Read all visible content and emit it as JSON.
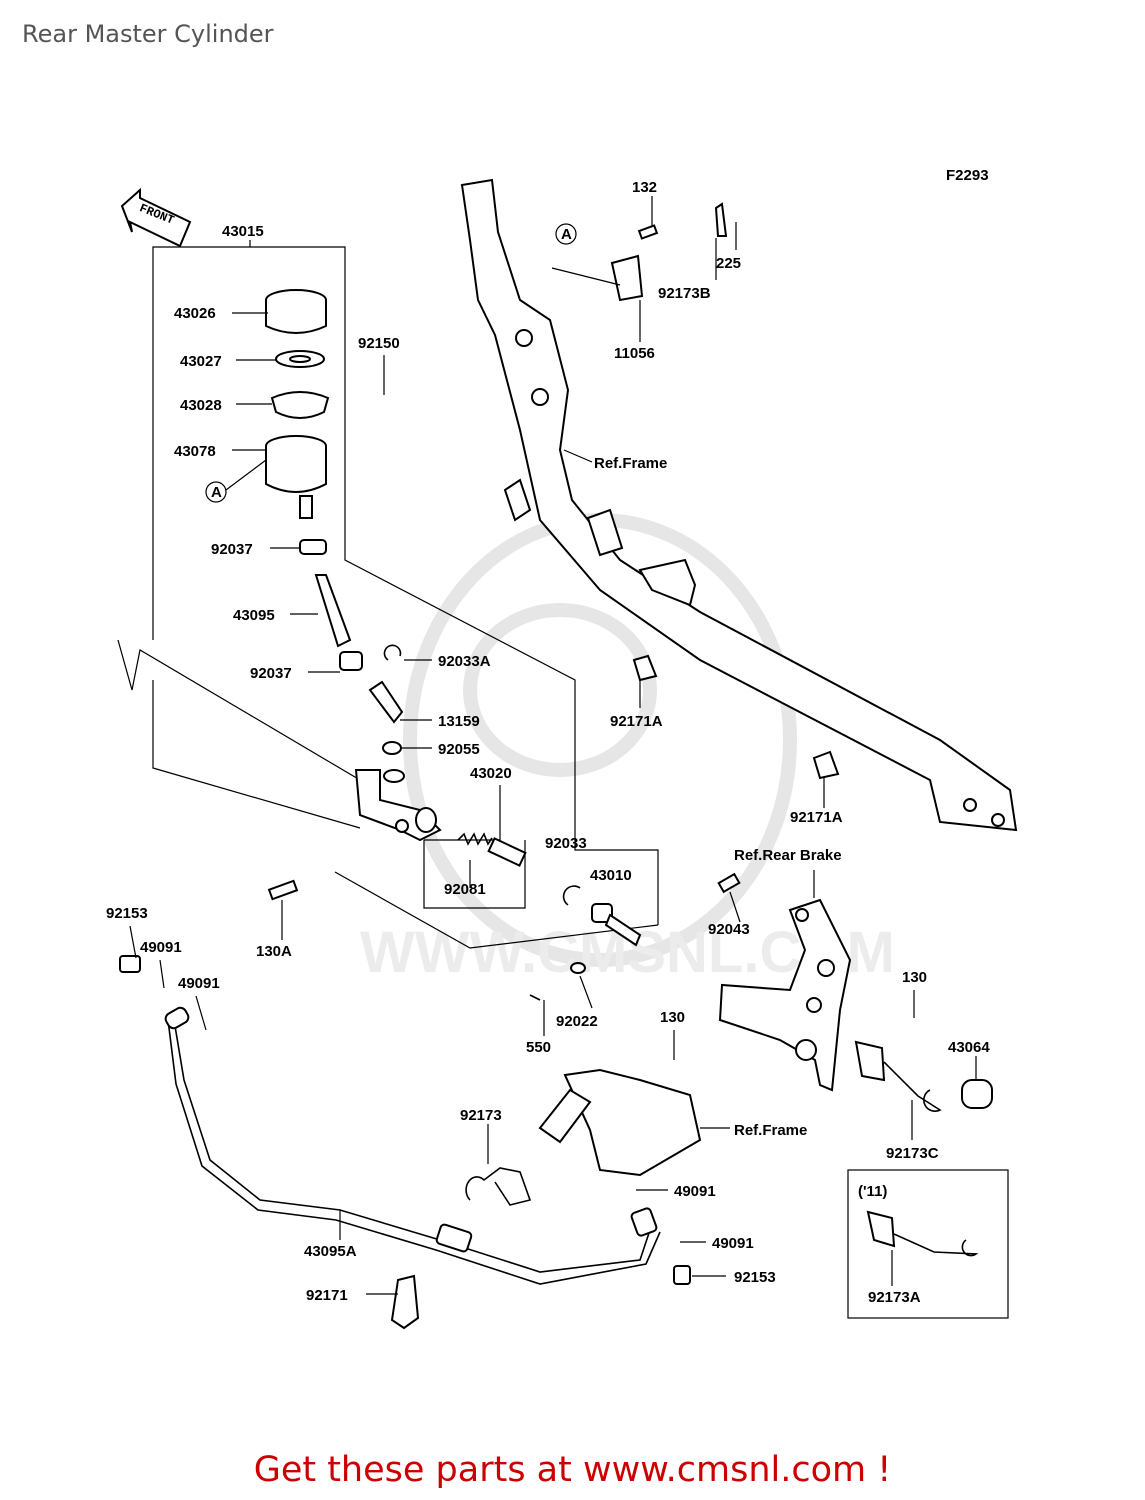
{
  "page": {
    "title": "Rear Master Cylinder"
  },
  "diagram": {
    "code": "F2293",
    "front_label": "FRONT",
    "watermark": "WWW.CMSNL.COM",
    "ref_labels": [
      "Ref.Frame",
      "Ref.Rear Brake",
      "Ref.Frame"
    ],
    "inset_label": "('11)",
    "parts": [
      "43015",
      "43026",
      "43027",
      "43028",
      "43078",
      "A",
      "92150",
      "92037",
      "43095",
      "92037",
      "92033A",
      "13159",
      "92055",
      "43020",
      "92033",
      "43010",
      "92081",
      "130A",
      "92153",
      "49091",
      "49091",
      "92022",
      "550",
      "92043",
      "132",
      "225",
      "92173B",
      "A",
      "11056",
      "92171A",
      "92171A",
      "130",
      "43064",
      "92173C",
      "130",
      "92173",
      "49091",
      "49091",
      "92153",
      "43095A",
      "92171",
      "92173A"
    ]
  },
  "footer": {
    "text": "Get these parts at www.cmsnl.com !"
  },
  "colors": {
    "footer": "#cc0000",
    "title": "#555555",
    "watermark": "#e6e6e6"
  }
}
